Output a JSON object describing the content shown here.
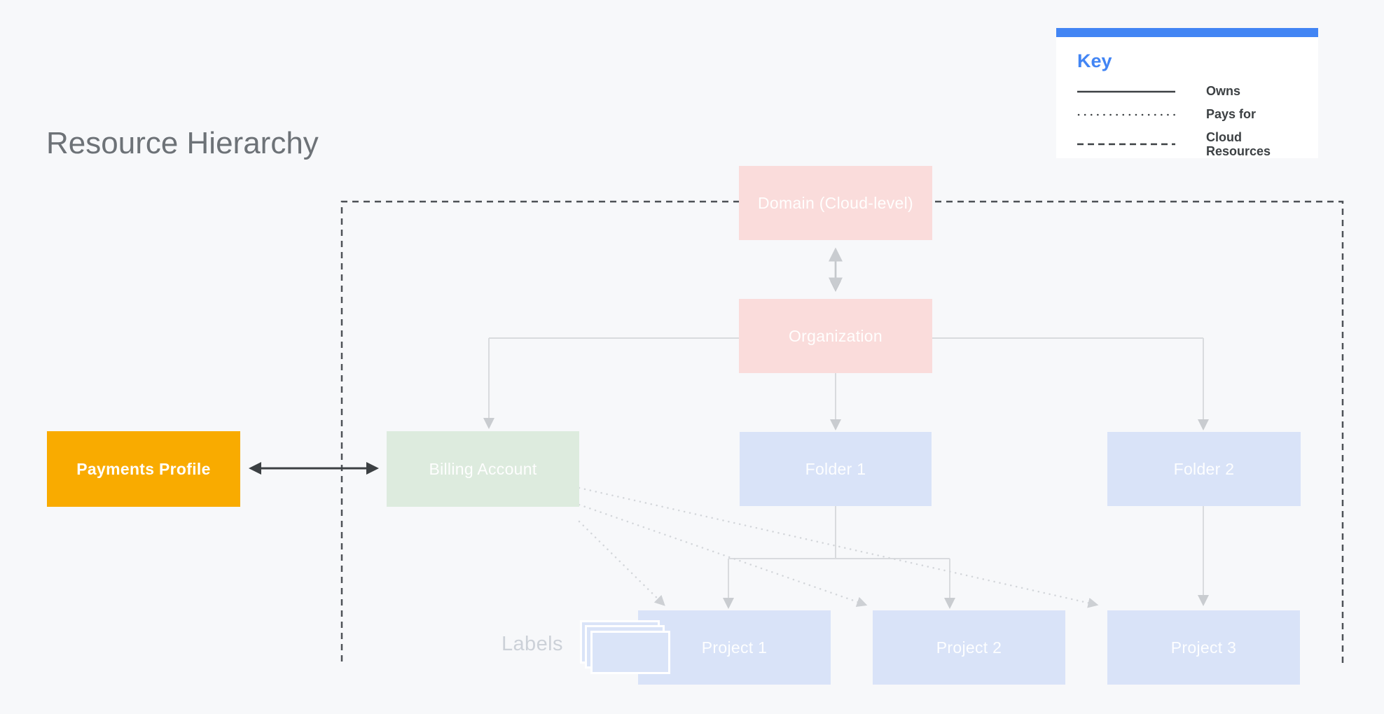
{
  "title": "Resource Hierarchy",
  "key": {
    "title": "Key",
    "items": [
      {
        "style": "solid",
        "label": "Owns"
      },
      {
        "style": "dotted",
        "label": "Pays for"
      },
      {
        "style": "dashed",
        "label": "Cloud Resources"
      }
    ]
  },
  "nodes": {
    "domain": "Domain (Cloud-level)",
    "organization": "Organization",
    "billing_account": "Billing Account",
    "payments_profile": "Payments Profile",
    "folder1": "Folder 1",
    "folder2": "Folder 2",
    "project1": "Project 1",
    "project2": "Project 2",
    "project3": "Project 3",
    "labels_caption": "Labels"
  },
  "colors": {
    "background": "#f7f8fa",
    "domain_organization_fill": "#fadcdb",
    "billing_fill": "#ddebde",
    "folder_project_fill": "#d9e3f8",
    "payments_fill": "#f9ab00",
    "key_accent_blue": "#4285f4",
    "dark_text_and_arrows": "#3c4043",
    "tree_line_gray": "#d9dbde",
    "dotted_line_gray": "#d3d6da",
    "title_gray": "#6d7277"
  }
}
